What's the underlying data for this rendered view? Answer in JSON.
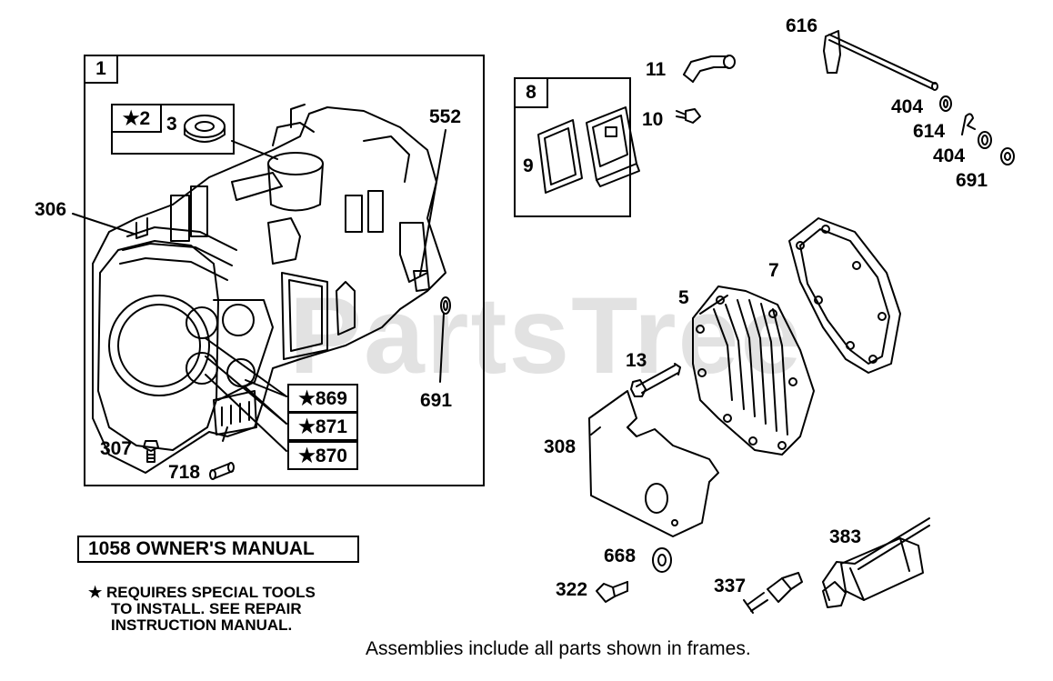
{
  "watermark": "PartsTree",
  "frames": {
    "frame_1_tag": "1",
    "frame_8_tag": "8",
    "frame_2_tag": "★2"
  },
  "labels": {
    "l3": "3",
    "l306": "306",
    "l552": "552",
    "l691a": "691",
    "l307": "307",
    "l718": "718",
    "l869": "★869",
    "l871": "★871",
    "l870": "★870",
    "l11": "11",
    "l10": "10",
    "l9": "9",
    "l616": "616",
    "l404a": "404",
    "l614": "614",
    "l404b": "404",
    "l691b": "691",
    "l7": "7",
    "l5": "5",
    "l13": "13",
    "l308": "308",
    "l668": "668",
    "l322": "322",
    "l337": "337",
    "l383": "383"
  },
  "manual": "1058 OWNER'S MANUAL",
  "note_lines": [
    "★ REQUIRES SPECIAL TOOLS",
    "TO INSTALL.  SEE REPAIR",
    "INSTRUCTION MANUAL."
  ],
  "caption": "Assemblies include all parts shown in frames."
}
